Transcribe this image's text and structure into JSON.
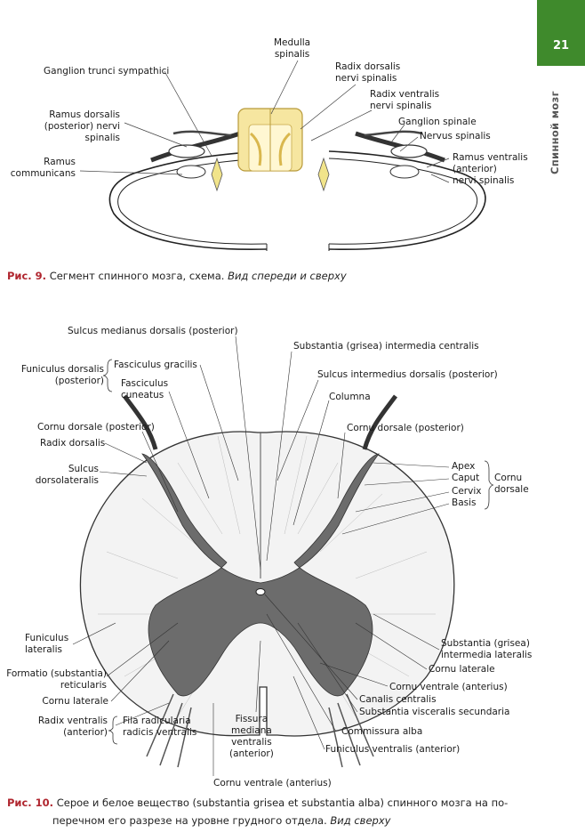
{
  "page": {
    "number": "21",
    "section": "Спинной мозг"
  },
  "figure9": {
    "caption_num": "Рис. 9.",
    "caption_text": "Сегмент спинного мозга, схема.",
    "caption_view": "Вид спереди и сверху",
    "labels": {
      "medulla": "Medulla\nspinalis",
      "ganglion_trunci": "Ganglion trunci sympathici",
      "radix_dorsalis": "Radix dorsalis\nnervi spinalis",
      "radix_ventralis": "Radix ventralis\nnervi spinalis",
      "ramus_dorsalis": "Ramus dorsalis\n(posterior) nervi spinalis",
      "ganglion_spinale": "Ganglion spinale",
      "nervus_spinalis": "Nervus spinalis",
      "ramus_communicans": "Ramus\ncommunicans",
      "ramus_ventralis": "Ramus ventralis\n(anterior)\nnervi spinalis"
    }
  },
  "figure10": {
    "caption_num": "Рис. 10.",
    "caption_line1": "Серое и белое вещество (substantia grisea et substantia alba) спинного мозга на по-",
    "caption_line2": "перечном его разрезе на уровне грудного отдела.",
    "caption_view": "Вид сверху",
    "labels": {
      "sulcus_medianus": "Sulcus medianus dorsalis (posterior)",
      "substantia_intermedia": "Substantia (grisea) intermedia centralis",
      "funiculus_dorsalis": "Funiculus dorsalis\n(posterior)",
      "fasciculus_gracilis": "Fasciculus gracilis",
      "fasciculus_cuneatus": "Fasciculus\ncuneatus",
      "sulcus_intermedius": "Sulcus intermedius dorsalis (posterior)",
      "columna": "Columna",
      "cornu_dorsale_left": "Cornu dorsale (posterior)",
      "cornu_dorsale_right": "Cornu dorsale (posterior)",
      "radix_dorsalis": "Radix dorsalis",
      "sulcus_dorsolateralis": "Sulcus\ndorsolateralis",
      "apex": "Apex",
      "caput": "Caput",
      "cervix": "Cervix",
      "basis": "Basis",
      "cornu_dorsale_group": "Cornu\ndorsale",
      "funiculus_lateralis": "Funiculus\nlateralis",
      "substantia_lateralis": "Substantia (grisea)\nintermedia lateralis",
      "cornu_laterale_right": "Cornu laterale",
      "formatio_reticularis": "Formatio (substantia)\nreticularis",
      "cornu_ventrale_right": "Cornu ventrale (anterius)",
      "cornu_laterale_left": "Cornu laterale",
      "canalis_centralis": "Canalis centralis",
      "substantia_visceralis": "Substantia visceralis secundaria",
      "radix_ventralis": "Radix ventralis\n(anterior)",
      "fila_radicularia": "Fila radicularia\nradicis ventralis",
      "fissura_mediana": "Fissura\nmediana\nventralis\n(anterior)",
      "commissura_alba": "Commissura alba",
      "funiculus_ventralis": "Funiculus ventralis (anterior)",
      "cornu_ventrale_bottom": "Cornu ventrale (anterius)"
    }
  }
}
